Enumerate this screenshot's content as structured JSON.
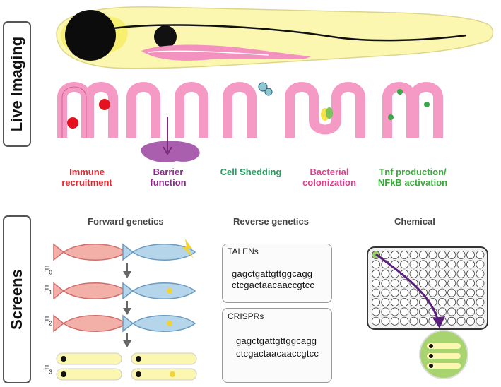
{
  "side_tabs": {
    "live": "Live Imaging",
    "screens": "Screens"
  },
  "processes": [
    {
      "label": "Immune\nrecruitment",
      "color": "#e8262f"
    },
    {
      "label": "Barrier\nfunction",
      "color": "#8a2a8a"
    },
    {
      "label": "Cell Shedding",
      "color": "#22a060"
    },
    {
      "label": "Bacterial\ncolonization",
      "color": "#e23c8a"
    },
    {
      "label": "Tnf production/\nNFkB activation",
      "color": "#3aaa3a"
    }
  ],
  "screens": {
    "forward": "Forward genetics",
    "reverse": "Reverse genetics",
    "chemical": "Chemical"
  },
  "generations": [
    "F0",
    "F1",
    "F2",
    "F3"
  ],
  "talens": {
    "label": "TALENs",
    "seq_top": "gagctgattgttggcagg",
    "seq_bottom": "ctcgactaacaaccgtcc"
  },
  "crisprs": {
    "label": "CRISPRs",
    "seq_top": "gagctgattgttggcagg",
    "seq_bottom": "ctcgactaacaaccgtcc"
  },
  "colors": {
    "pink": "#f07cb0",
    "yellow": "#f5ee9a",
    "purple": "#6b2a8a",
    "green": "#9ad06a"
  }
}
